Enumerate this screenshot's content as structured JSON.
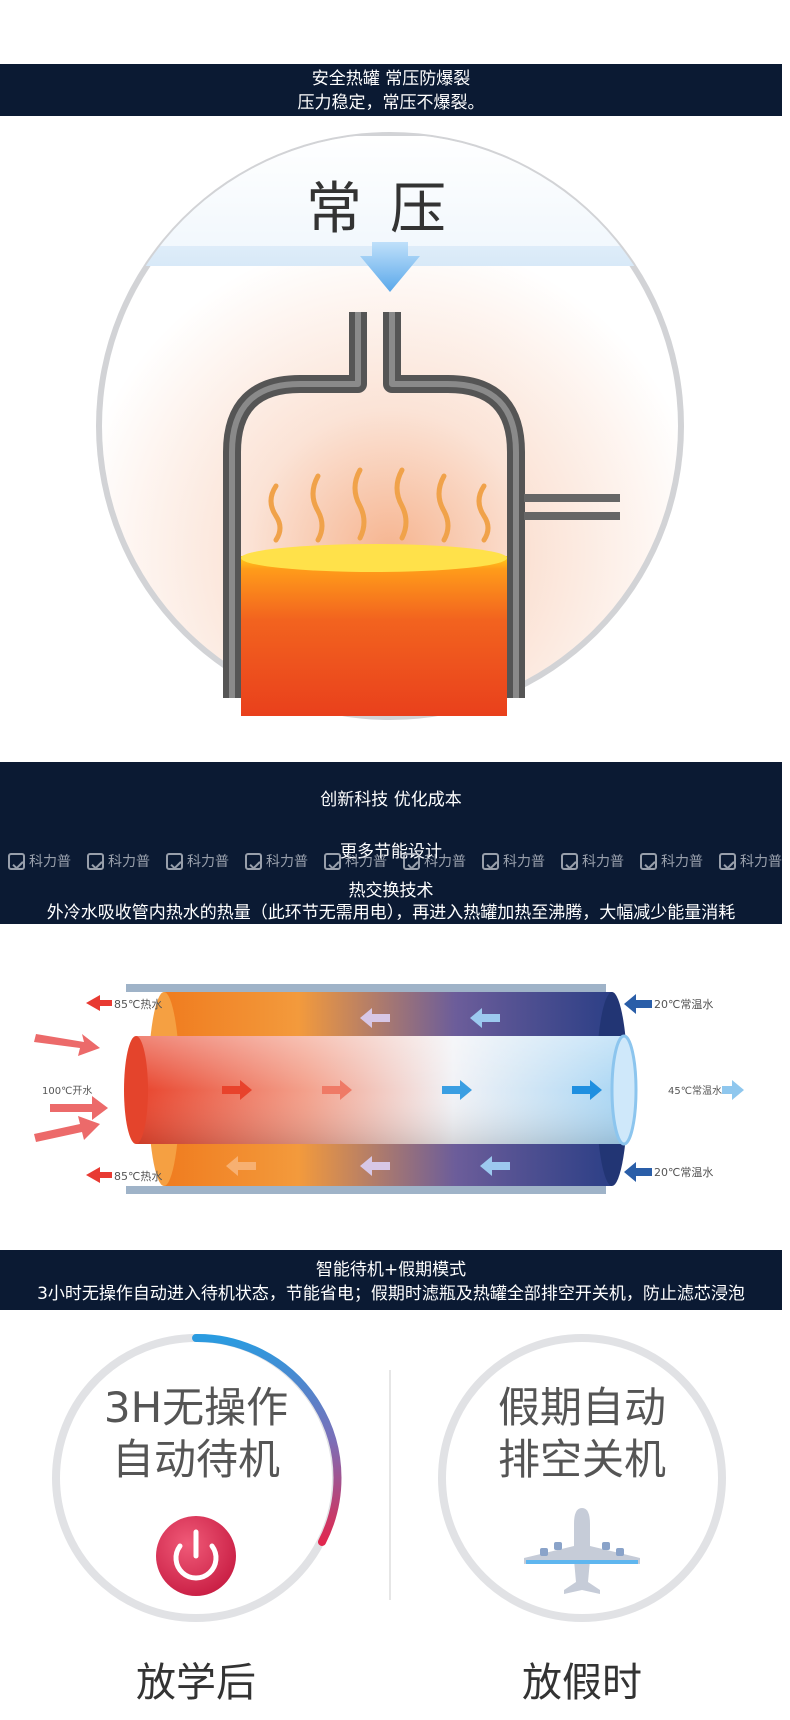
{
  "banner1": {
    "line1": "安全热罐 常压防爆裂",
    "line2": "压力稳定，常压不爆裂。"
  },
  "tank_figure": {
    "label": "常压"
  },
  "banner2": {
    "line1": "创新科技 优化成本",
    "line2": "更多节能设计",
    "line3": "热交换技术",
    "line4": "外冷水吸收管内热水的热量（此环节无需用电），再进入热罐加热至沸腾，大幅减少能量消耗"
  },
  "watermark": {
    "text": "科力普",
    "icon": "check-logo-icon",
    "count": 10
  },
  "exchanger_figure": {
    "label_top_left": "85℃热水",
    "label_bottom_left": "85℃热水",
    "label_left_mid": "100℃开水",
    "label_top_right": "20℃常温水",
    "label_bottom_right": "20℃常温水",
    "label_right_mid": "45℃常温水"
  },
  "banner3": {
    "line1": "智能待机+假期模式",
    "line2": "3小时无操作自动进入待机状态，节能省电；假期时滤瓶及热罐全部排空开关机，防止滤芯浸泡"
  },
  "modes": {
    "left": {
      "line1": "3H无操作",
      "line2": "自动待机",
      "icon": "power-icon",
      "caption": "放学后"
    },
    "right": {
      "line1": "假期自动",
      "line2": "排空关机",
      "icon": "airplane-icon",
      "caption": "放假时"
    }
  },
  "colors": {
    "navy": "#0b1a33",
    "hot": "#e8532a",
    "cold": "#2f4a8a",
    "power_red": "#d9294a",
    "ring_blue": "#2a9be0"
  }
}
